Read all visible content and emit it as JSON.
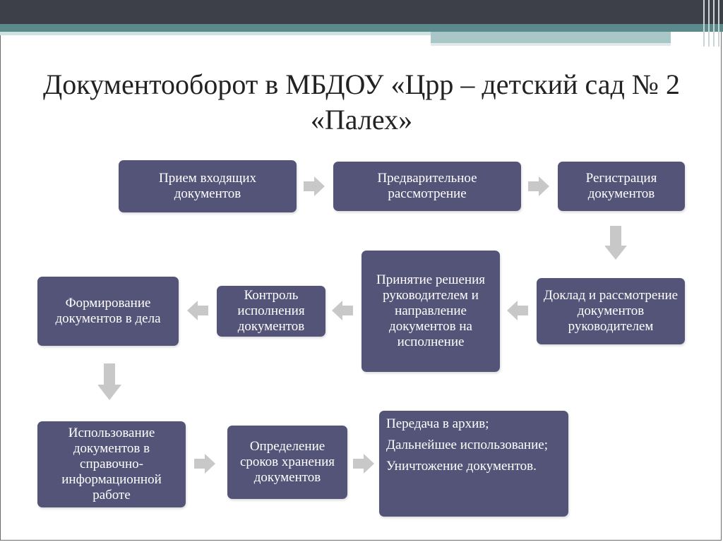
{
  "title": "Документооборот в МБДОУ «Црр – детский сад № 2 «Палех»",
  "boxes": {
    "incoming": "Прием входящих документов",
    "preliminary": "Предварительное рассмотрение",
    "registration": "Регистрация документов",
    "report": "Доклад и рассмотрение документов руководителем",
    "decision": "Принятие решения руководителем и направление документов на исполнение",
    "control": "Контроль исполнения документов",
    "formation": "Формирование документов в дела",
    "usage": "Использование документов в справочно-информационной работе",
    "terms": "Определение сроков хранения документов",
    "final": {
      "item1": "Передача в архив;",
      "item2": "Дальнейшее использование;",
      "item3": "Уничтожение документов."
    }
  },
  "colors": {
    "box": "#545479",
    "arrow": "#c8c8c8",
    "band_dark": "#3d4049",
    "band_teal": "#5b8a8c"
  }
}
